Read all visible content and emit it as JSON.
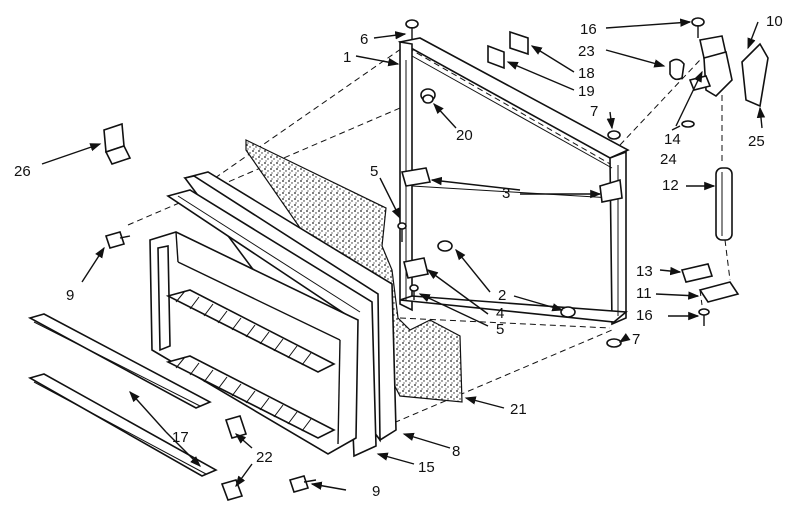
{
  "callouts": [
    {
      "id": "c1",
      "text": "1"
    },
    {
      "id": "c2",
      "text": "2"
    },
    {
      "id": "c3",
      "text": "3"
    },
    {
      "id": "c4",
      "text": "4"
    },
    {
      "id": "c5a",
      "text": "5"
    },
    {
      "id": "c5b",
      "text": "5"
    },
    {
      "id": "c6",
      "text": "6"
    },
    {
      "id": "c7a",
      "text": "7"
    },
    {
      "id": "c7b",
      "text": "7"
    },
    {
      "id": "c8",
      "text": "8"
    },
    {
      "id": "c9a",
      "text": "9"
    },
    {
      "id": "c9b",
      "text": "9"
    },
    {
      "id": "c10",
      "text": "10"
    },
    {
      "id": "c11",
      "text": "11"
    },
    {
      "id": "c12",
      "text": "12"
    },
    {
      "id": "c13",
      "text": "13"
    },
    {
      "id": "c14",
      "text": "14"
    },
    {
      "id": "c15",
      "text": "15"
    },
    {
      "id": "c16a",
      "text": "16"
    },
    {
      "id": "c16b",
      "text": "16"
    },
    {
      "id": "c17",
      "text": "17"
    },
    {
      "id": "c18",
      "text": "18"
    },
    {
      "id": "c19",
      "text": "19"
    },
    {
      "id": "c20",
      "text": "20"
    },
    {
      "id": "c21",
      "text": "21"
    },
    {
      "id": "c22",
      "text": "22"
    },
    {
      "id": "c23",
      "text": "23"
    },
    {
      "id": "c24",
      "text": "24"
    },
    {
      "id": "c25",
      "text": "25"
    },
    {
      "id": "c26",
      "text": "26"
    }
  ]
}
